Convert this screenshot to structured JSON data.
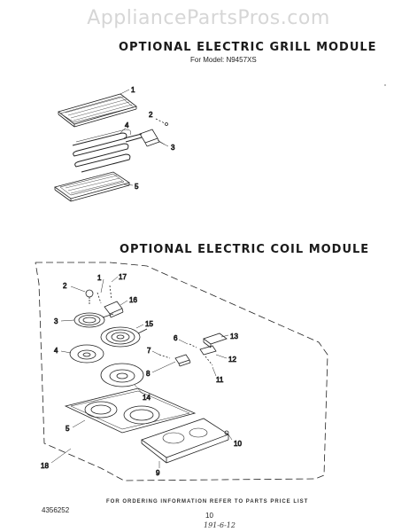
{
  "watermark": "AppliancePartsPros.com",
  "grill": {
    "title": "OPTIONAL ELECTRIC GRILL MODULE",
    "model": "For Model: N9457XS",
    "callouts": [
      "1",
      "2",
      "3",
      "4",
      "5"
    ]
  },
  "coil": {
    "title": "OPTIONAL ELECTRIC COIL MODULE",
    "callouts": [
      "1",
      "2",
      "3",
      "4",
      "5",
      "6",
      "7",
      "8",
      "9",
      "10",
      "11",
      "12",
      "13",
      "14",
      "15",
      "16",
      "17",
      "18"
    ]
  },
  "footer": {
    "note": "FOR ORDERING INFORMATION REFER TO PARTS PRICE LIST",
    "part_number": "4356252",
    "page": "10",
    "handwritten": "191-6-12"
  }
}
